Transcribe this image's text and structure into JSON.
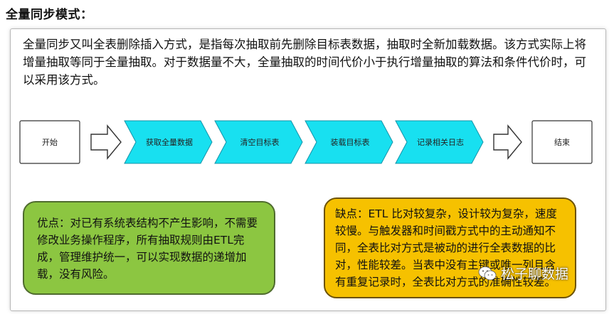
{
  "heading": "全量同步模式：",
  "description": "全量同步又叫全表删除插入方式，是指每次抽取前先删除目标表数据，抽取时全新加载数据。该方式实际上将增量抽取等同于全量抽取。对于数据量不大，全量抽取的时间代价小于执行增量抽取的算法和条件代价时，可以采用该方式。",
  "flow": {
    "start": "开始",
    "steps": [
      "获取全量数据",
      "清空目标表",
      "装载目标表",
      "记录相关日志"
    ],
    "end": "结束"
  },
  "advantages": "优点：对已有系统表结构不产生影响，不需要修改业务操作程序，所有抽取规则由ETL完成，管理维护统一，可以实现数据的递增加载，没有风险。",
  "disadvantages": "缺点：ETL 比对较复杂，设计较为复杂，速度较慢。与触发器和时间戳方式中的主动通知不同，全表比对方式是被动的进行全表数据的比对，性能较差。当表中没有主键或唯一列且含有重复记录时，全表比对方式的准确性较差。",
  "watermark": "松子聊数据",
  "colors": {
    "step_fill": "#18e0f0",
    "advantages_fill": "#8cc641",
    "disadvantages_fill": "#f6c100"
  }
}
